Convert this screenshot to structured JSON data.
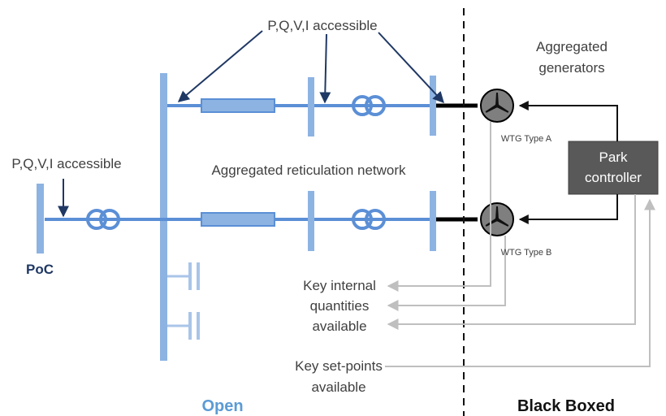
{
  "labels": {
    "pqvi_top": "P,Q,V,I accessible",
    "pqvi_left": "P,Q,V,I accessible",
    "aggregated_generators_line1": "Aggregated",
    "aggregated_generators_line2": "generators",
    "park_controller_line1": "Park",
    "park_controller_line2": "controller",
    "wtg_type_a": "WTG Type A",
    "wtg_type_b": "WTG Type B",
    "reticulation_network": "Aggregated reticulation network",
    "poc": "PoC",
    "internal_line1": "Key internal",
    "internal_line2": "quantities",
    "internal_line3": "available",
    "setpoints_line1": "Key set-points",
    "setpoints_line2": "available",
    "open": "Open",
    "black_boxed": "Black Boxed"
  },
  "colors": {
    "network_blue": "#5b8fd6",
    "bus_blue": "#8db3e2",
    "component_fill": "#8db3e2",
    "arrow_navy": "#1f3864",
    "feedback_gray": "#bfbfbf",
    "controller_fill": "#595959",
    "turbine_fill": "#7f7f7f"
  },
  "icons": [
    "wind-turbine-icon",
    "transformer-icon",
    "capacitor-icon"
  ]
}
